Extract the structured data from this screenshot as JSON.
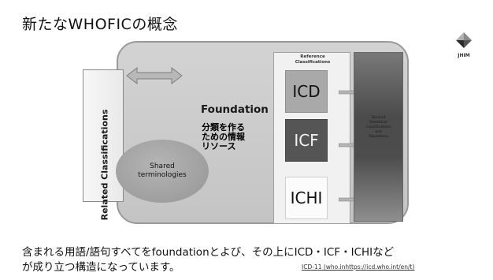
{
  "slide": {
    "title": "新たなWHOFICの概念",
    "caption_line1": "含まれる用語/語句すべてをfoundationとよび、その上にICD・ICF・ICHIなど",
    "caption_line2": "が成り立つ構造になっています。",
    "credit": "ICD-11 (who.inhttps://icd.who.int/en/t)"
  },
  "logo": {
    "text": "JHIM",
    "icon": "jhim-logo-icon",
    "colors": [
      "#8a8a8a",
      "#2b2b2b"
    ]
  },
  "diagram": {
    "related_classifications": "Related Classifications",
    "foundation": "Foundation",
    "foundation_note_jp": "分類を作る\nための情報\nリソース",
    "shared_terminologies": "Shared\nterminologies",
    "reference_classifications": "Reference\nClassifications",
    "classifications": [
      "ICD",
      "ICF",
      "ICHI"
    ],
    "derived": "Derived\nStatistical\nClassifications\nand\nTabulations",
    "colors": {
      "foundation": "#c9c9c9",
      "icd": "#a9a9a9",
      "icf": "#555555",
      "ichi": "#fbfbfb",
      "derived": "#4b4b4b"
    }
  }
}
